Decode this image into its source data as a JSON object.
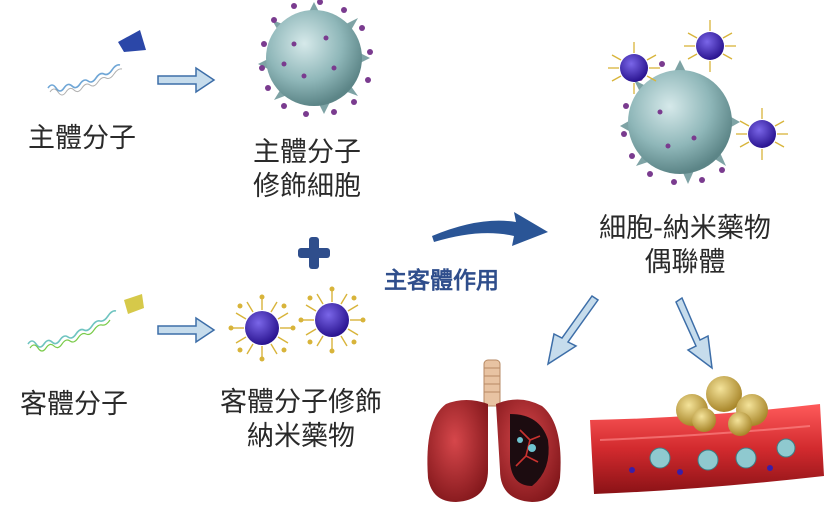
{
  "labels": {
    "host_molecule": "主體分子",
    "host_cell_line1": "主體分子",
    "host_cell_line2": "修飾細胞",
    "guest_molecule": "客體分子",
    "guest_nano_line1": "客體分子修飾",
    "guest_nano_line2": "納米藥物",
    "conjugate_line1": "細胞-納米藥物",
    "conjugate_line2": "偶聯體",
    "host_guest_interaction": "主客體作用"
  },
  "colors": {
    "cell_body": "#8fb7b9",
    "nanoparticle_core": "#3a1ea8",
    "ligand_yellow": "#d8b43a",
    "ligand_purple": "#7a3b8f",
    "arrow_fill": "#c6dcec",
    "arrow_stroke": "#3d6ea8",
    "plus_color": "#2f4e8c",
    "main_arrow": "#2a5596",
    "lung_color": "#b3262b",
    "vessel_color": "#d22a2e"
  },
  "icons": [
    "host-molecule-icon",
    "guest-molecule-icon",
    "host-modified-cell-icon",
    "guest-nanoparticle-icon",
    "conjugate-icon",
    "lung-icon",
    "blood-vessel-icon",
    "plus-icon"
  ]
}
